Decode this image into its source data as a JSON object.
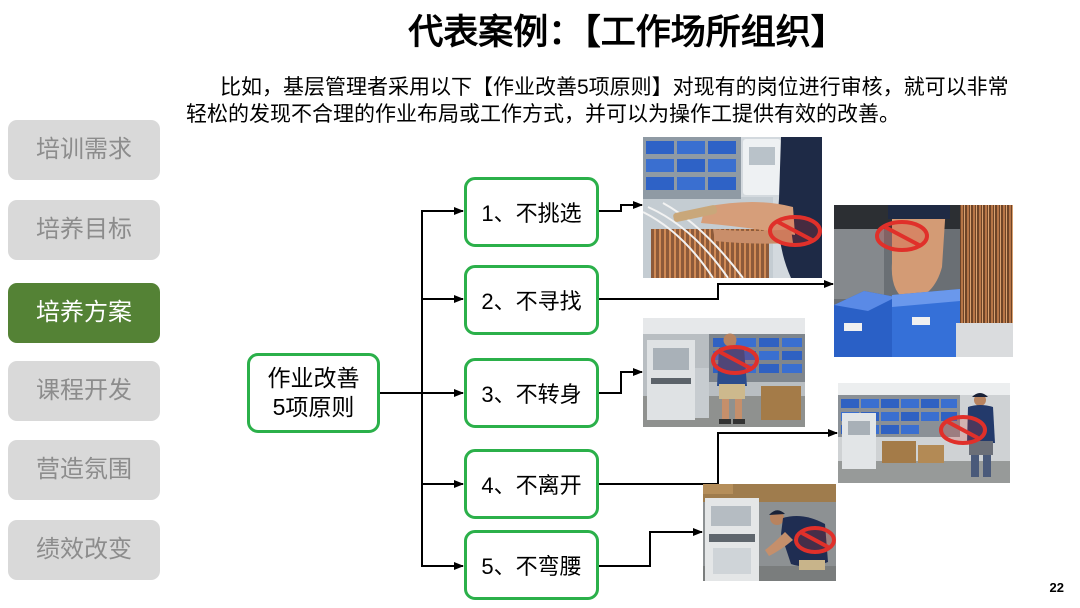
{
  "slide": {
    "title": "代表案例：【工作场所组织】",
    "intro_lines": [
      "比如，基层管理者采用以下【作业改善5项原则】对现有的岗位进行审核，就可以非常",
      "轻松的发现不合理的作业布局或工作方式，并可以为操作工提供有效的改善。"
    ],
    "page_number": "22"
  },
  "sidebar": {
    "items": [
      {
        "label": "培训需求",
        "active": false
      },
      {
        "label": "培养目标",
        "active": false
      },
      {
        "label": "培养方案",
        "active": true
      },
      {
        "label": "课程开发",
        "active": false
      },
      {
        "label": "营造氛围",
        "active": false
      },
      {
        "label": "绩效改变",
        "active": false
      }
    ]
  },
  "diagram": {
    "root": {
      "lines": [
        "作业改善",
        "5项原则"
      ]
    },
    "principles": [
      {
        "label": "1、不挑选"
      },
      {
        "label": "2、不寻找"
      },
      {
        "label": "3、不转身"
      },
      {
        "label": "4、不离开"
      },
      {
        "label": "5、不弯腰"
      }
    ],
    "photo_marker_icon": "prohibition-icon"
  },
  "colors": {
    "sidebar_bg": "#d9d9d9",
    "sidebar_text": "#8c8c8c",
    "sidebar_active_bg": "#548235",
    "sidebar_active_text": "#ffffff",
    "box_border": "#2bb04a",
    "prohibition_red": "#e0302a"
  }
}
